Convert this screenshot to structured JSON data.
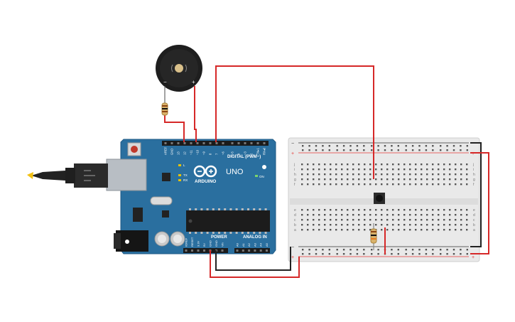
{
  "arduino": {
    "brand": "ARDUINO",
    "model": "UNO",
    "on_label": "ON",
    "tx_label": "TX",
    "rx_label": "RX",
    "l_label": "L",
    "digital_label": "DIGITAL (PWM~)",
    "power_label": "POWER",
    "analog_label": "ANALOG IN",
    "top_pins": [
      "AREF",
      "GND",
      "13",
      "12",
      "~11",
      "~10",
      "~9",
      "8",
      "7",
      "~6",
      "~5",
      "4",
      "~3",
      "2",
      "TX▸1",
      "RX◂0"
    ],
    "power_pins": [
      "IOREF",
      "RESET",
      "3.3V",
      "5V",
      "GND",
      "GND",
      "Vin"
    ],
    "analog_pins": [
      "A0",
      "A1",
      "A2",
      "A3",
      "A4",
      "A5"
    ]
  },
  "breadboard": {
    "row_letters_top": [
      "j",
      "i",
      "h",
      "g",
      "f"
    ],
    "row_letters_bottom": [
      "e",
      "d",
      "c",
      "b",
      "a"
    ],
    "rail_minus": "−",
    "rail_plus": "+",
    "columns": 30
  },
  "buzzer": {
    "minus_label": "−",
    "plus_label": "+"
  },
  "colors": {
    "board": "#2a6f9f",
    "board_dark": "#1f5a85",
    "wire_red": "#d62828",
    "wire_black": "#222222",
    "breadboard": "#ececec",
    "rail_red": "#e53935",
    "rail_blue": "#333333"
  }
}
